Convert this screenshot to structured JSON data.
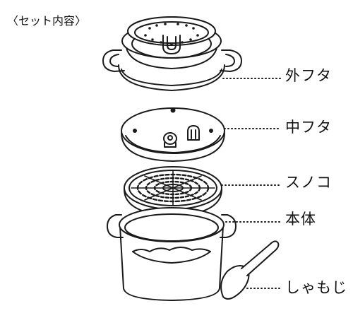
{
  "title": "〈セット内容〉",
  "parts": [
    {
      "label": "外フタ"
    },
    {
      "label": "中フタ"
    },
    {
      "label": "スノコ"
    },
    {
      "label": "本体"
    },
    {
      "label": "しゃもじ"
    }
  ]
}
